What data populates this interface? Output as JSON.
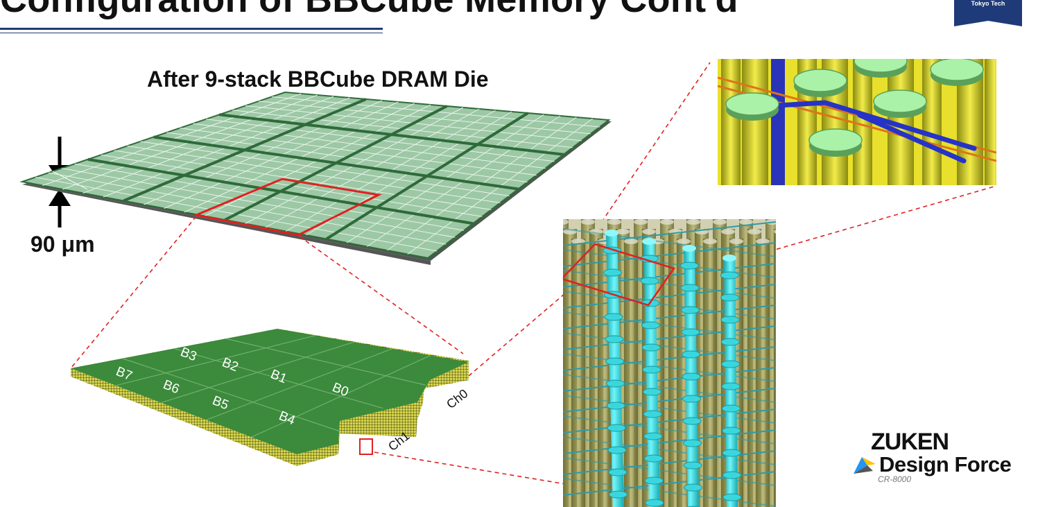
{
  "slide": {
    "title": "Configuration of BBCube Memory Cont'd",
    "org": "Tokyo Tech"
  },
  "top_view": {
    "heading": "After 9-stack BBCube DRAM Die",
    "thickness": "90 μm"
  },
  "die_view": {
    "banks": [
      "B7",
      "B6",
      "B5",
      "B4",
      "B3",
      "B2",
      "B1",
      "B0"
    ],
    "channels": [
      "Ch0",
      "Ch1"
    ]
  },
  "vendor": {
    "name": "ZUKEN",
    "product": "Design Force",
    "version": "CR-8000"
  },
  "colors": {
    "die_green": "#9dc8a5",
    "board_green": "#3c8a3c",
    "tsv_cyan": "#2fe0e8",
    "callout_red": "#e02020",
    "title_rule": "#1f3a78",
    "tsv_yellow": "#d8cf2a"
  }
}
